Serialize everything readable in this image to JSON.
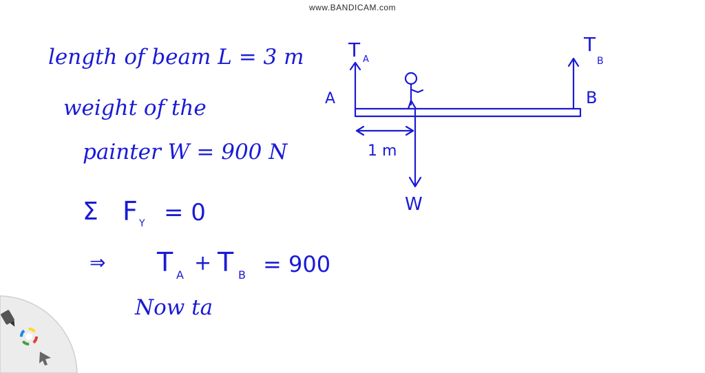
{
  "recorder": {
    "watermark": "www.BANDICAM.com"
  },
  "notes": {
    "line1": "length of beam L = 3 m",
    "line2": "weight of the",
    "line3": "painter W = 900 N",
    "sum_sigma": "Σ",
    "sum_F": "F",
    "sum_sub": "Y",
    "sum_rhs": "= 0",
    "implies": "⇒",
    "eq_T1": "T",
    "eq_sub1": "A",
    "eq_plus": "+",
    "eq_T2": "T",
    "eq_sub2": "B",
    "eq_rhs": "= 900",
    "line_now": "Now ta"
  },
  "diagram": {
    "ta_label": "T",
    "ta_sub": "A",
    "tb_label": "T",
    "tb_sub": "B",
    "point_a": "A",
    "point_b": "B",
    "distance": "1 m",
    "weight": "W"
  },
  "tools": {
    "items": [
      "pen-tool",
      "color-picker",
      "pointer-tool"
    ],
    "colors": {
      "ink": "#1a1ad6",
      "wheel_bg": "#ececec"
    }
  }
}
